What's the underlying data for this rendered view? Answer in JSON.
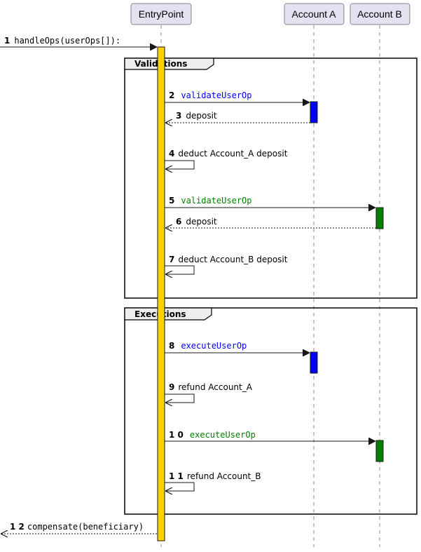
{
  "participants": [
    {
      "id": "entrypoint",
      "label": "EntryPoint"
    },
    {
      "id": "account_a",
      "label": "Account A"
    },
    {
      "id": "account_b",
      "label": "Account B"
    }
  ],
  "frames": [
    {
      "label": "Validations"
    },
    {
      "label": "Executions"
    }
  ],
  "colors": {
    "activation_entrypoint": "#ffd200",
    "activation_account_a": "#0000ff",
    "activation_account_b": "#008000",
    "link_blue": "#0000ff",
    "link_green": "#008000"
  },
  "messages": [
    {
      "num": "1",
      "text": "handleOps(userOps[]):",
      "style": "mono",
      "color": "#000000"
    },
    {
      "num": "2",
      "text": "validateUserOp",
      "style": "mono",
      "color": "#0000ff"
    },
    {
      "num": "3",
      "text": "deposit",
      "style": "sans",
      "color": "#000000"
    },
    {
      "num": "4",
      "text": "deduct Account_A deposit",
      "style": "sans",
      "color": "#000000"
    },
    {
      "num": "5",
      "text": "validateUserOp",
      "style": "mono",
      "color": "#008000"
    },
    {
      "num": "6",
      "text": "deposit",
      "style": "sans",
      "color": "#000000"
    },
    {
      "num": "7",
      "text": "deduct Account_B deposit",
      "style": "sans",
      "color": "#000000"
    },
    {
      "num": "8",
      "text": "executeUserOp",
      "style": "mono",
      "color": "#0000ff"
    },
    {
      "num": "9",
      "text": "refund Account_A",
      "style": "sans",
      "color": "#000000"
    },
    {
      "num": "1 0",
      "text": "executeUserOp",
      "style": "mono",
      "color": "#008000"
    },
    {
      "num": "1 1",
      "text": "refund Account_B",
      "style": "sans",
      "color": "#000000"
    },
    {
      "num": "1 2",
      "text": "compensate(beneficiary)",
      "style": "mono",
      "color": "#000000"
    }
  ]
}
